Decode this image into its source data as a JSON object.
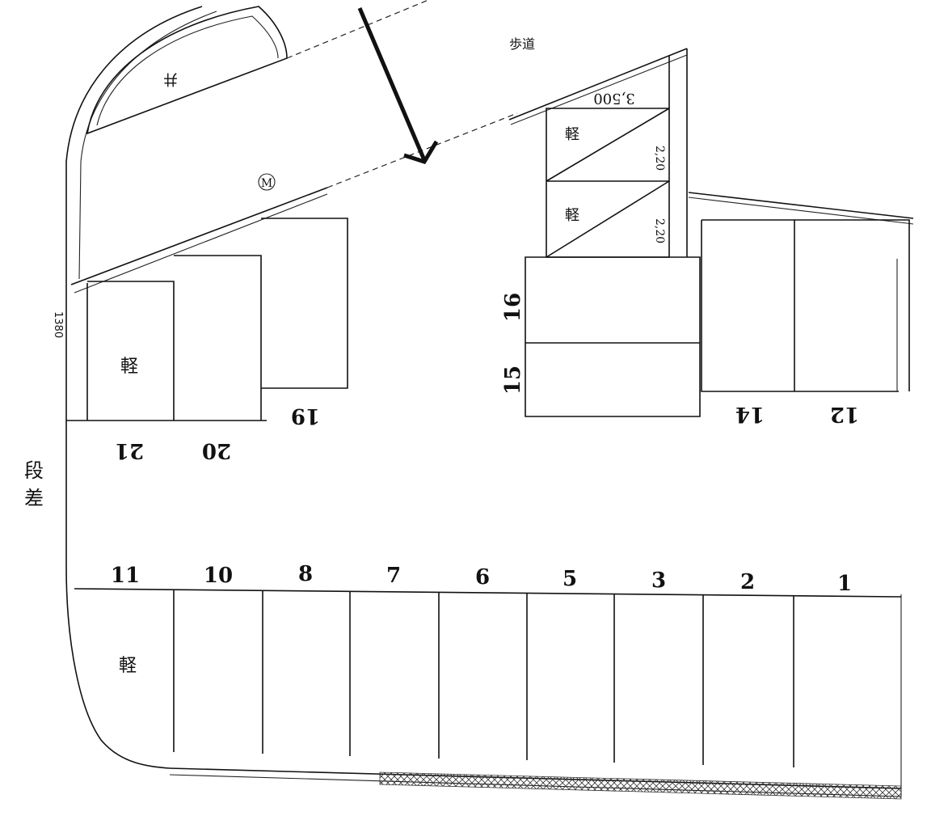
{
  "labels": {
    "sidewalk": "歩道",
    "step_top": "段",
    "step_bottom": "差",
    "kei": "軽",
    "dim_3500": "3,500",
    "dim_220_a": "2,20",
    "dim_220_b": "2,20",
    "circle_m": "M",
    "circle_label": "M",
    "side_small": "1380"
  },
  "spaces": {
    "bottom_row": [
      "11",
      "10",
      "8",
      "7",
      "6",
      "5",
      "3",
      "2",
      "1"
    ],
    "upper_left": [
      "21",
      "20",
      "19"
    ],
    "upper_mid": [
      "16",
      "15"
    ],
    "upper_right": [
      "14",
      "12"
    ]
  }
}
